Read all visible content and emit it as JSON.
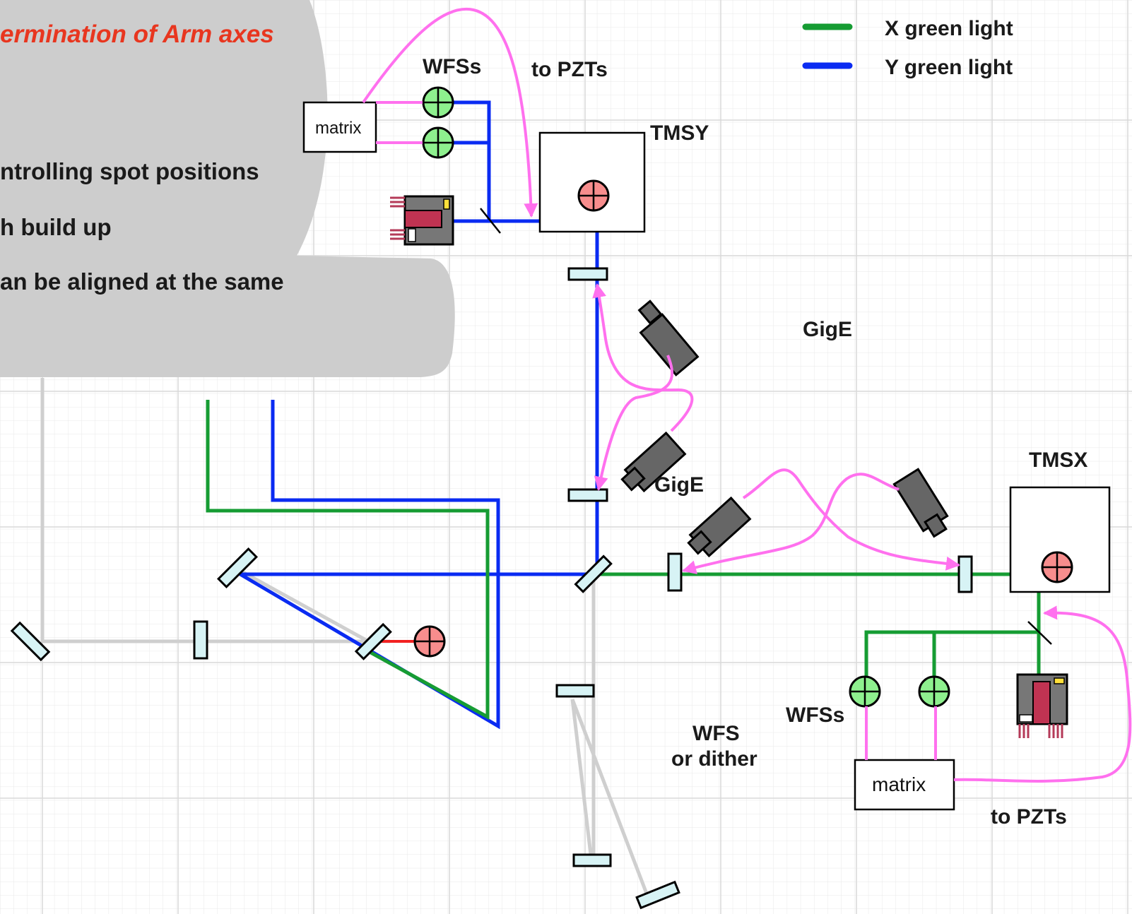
{
  "slide": {
    "title": "ermination of Arm axes",
    "bullets": [
      "ntrolling spot positions",
      "h build up",
      "an be aligned at the same"
    ]
  },
  "legend": {
    "items": [
      {
        "label": "X green light",
        "color": "#169c33"
      },
      {
        "label": "Y green light",
        "color": "#0a2bf2"
      }
    ]
  },
  "labels": {
    "wfss_top": "WFSs",
    "to_pzts_top": "to PZTs",
    "matrix_top": "matrix",
    "tmsy": "TMSY",
    "gige_upper": "GigE",
    "gige_lower": "GigE",
    "tmsx": "TMSX",
    "wfss_bottom": "WFSs",
    "wfs_or_dither_line1": "WFS",
    "wfs_or_dither_line2": "or dither",
    "matrix_bottom": "matrix",
    "to_pzts_bottom": "to PZTs"
  },
  "colors": {
    "y_green_beam": "#0a2bf2",
    "x_green_beam": "#169c33",
    "control_path": "#ff70ee",
    "title_red": "#e8361f",
    "gray_shape": "#cfcfcf",
    "mirror_fill": "#d7f3f5",
    "wfs_fill": "#8ef08e",
    "target_fill": "#f78d8d"
  },
  "icons": {
    "gige_camera": "camera-icon",
    "wfs": "wfs-sensor-icon",
    "target": "crosshair-target-icon",
    "laser_unit": "laser-unit-icon"
  }
}
